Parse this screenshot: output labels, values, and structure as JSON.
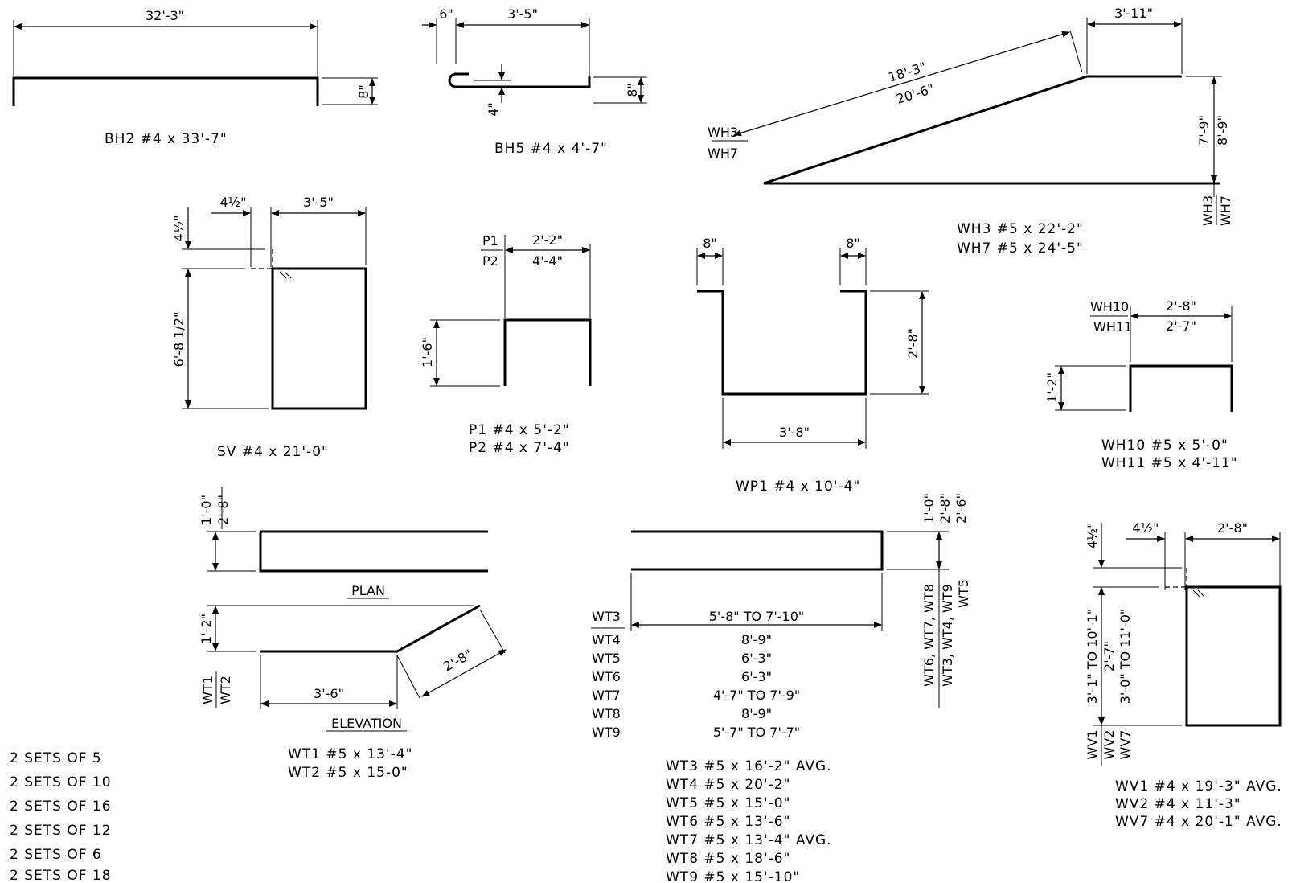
{
  "bh2": {
    "dim_len": "32'-3\"",
    "dim_h": "8\"",
    "label": "BH2 #4 x 33'-7\""
  },
  "bh5": {
    "dim_hook": "6\"",
    "dim_len": "3'-5\"",
    "dim_h": "8\"",
    "dim_hook_h": "4\"",
    "label": "BH5 #4 x 4'-7\""
  },
  "wh": {
    "dim_top": "3'-11\"",
    "dim_diag1": "18'-3\"",
    "dim_diag2": "20'-6\"",
    "dim_h1": "7'-9\"",
    "dim_h2": "8'-9\"",
    "tag1": "WH3",
    "tag2": "WH7",
    "label1": "WH3 #5 x 22'-2\"",
    "label2": "WH7 #5 x 24'-5\""
  },
  "sv": {
    "dim_hook": "4½\"",
    "dim_hook_h": "4½\"",
    "dim_w": "3'-5\"",
    "dim_h": "6'-8 1/2\"",
    "label": "SV #4 x 21'-0\""
  },
  "p": {
    "tag1": "P1",
    "tag2": "P2",
    "dim_w1": "2'-2\"",
    "dim_w2": "4'-4\"",
    "dim_h": "1'-6\"",
    "label1": "P1 #4 x 5'-2\"",
    "label2": "P2 #4 x 7'-4\""
  },
  "wp1": {
    "dim_l": "8\"",
    "dim_r": "8\"",
    "dim_h": "2'-8\"",
    "dim_w": "3'-8\"",
    "label": "WP1 #4 x 10'-4\""
  },
  "wh10": {
    "tag1": "WH10",
    "tag2": "WH11",
    "dim_w1": "2'-8\"",
    "dim_w2": "2'-7\"",
    "dim_h": "1'-2\"",
    "label1": "WH10 #5 x 5'-0\"",
    "label2": "WH11 #5 x 4'-11\""
  },
  "wt12": {
    "dim_plan_h1": "1'-0\"",
    "dim_plan_h2": "2'-8\"",
    "plan": "PLAN",
    "dim_elev_h": "1'-2\"",
    "dim_diag": "2'-8\"",
    "dim_flat": "3'-6\"",
    "elevation": "ELEVATION",
    "tag1": "WT1",
    "tag2": "WT2",
    "label1": "WT1 #5 x 13'-4\"",
    "label2": "WT2 #5 x 15-0\""
  },
  "wt": {
    "dim_r1": "1'-0\"",
    "dim_r2": "2'-8\"",
    "dim_r3": "2'-6\"",
    "tag_r1": "WT6, WT7, WT8",
    "tag_r2": "WT3, WT4, WT9",
    "tag_r3": "WT5",
    "rows": [
      {
        "tag": "WT3",
        "len": "5'-8\" TO 7'-10\""
      },
      {
        "tag": "WT4",
        "len": "8'-9\""
      },
      {
        "tag": "WT5",
        "len": "6'-3\""
      },
      {
        "tag": "WT6",
        "len": "6'-3\""
      },
      {
        "tag": "WT7",
        "len": "4'-7\" TO 7'-9\""
      },
      {
        "tag": "WT8",
        "len": "8'-9\""
      },
      {
        "tag": "WT9",
        "len": "5'-7\" TO 7'-7\""
      }
    ],
    "labels": [
      "WT3 #5 x 16'-2\" AVG.",
      "WT4 #5 x 20'-2\"",
      "WT5 #5 x 15'-0\"",
      "WT6 #5 x 13'-6\"",
      "WT7 #5 x 13'-4\" AVG.",
      "WT8 #5 x 18'-6\"",
      "WT9 #5 x 15'-10\""
    ]
  },
  "wv": {
    "dim_hook": "4½\"",
    "dim_hook_h": "4½\"",
    "dim_w": "2'-8\"",
    "dim_h1": "3'-1\" TO 10'-1\"",
    "dim_h2": "2'-7\"",
    "dim_h3": "3'-0\" TO 11'-0\"",
    "tag1": "WV1",
    "tag2": "WV2",
    "tag3": "WV7",
    "labels": [
      "WV1 #4 x 19'-3\" AVG.",
      "WV2 #4 x 11'-3\"",
      "WV7 #4 x 20'-1\" AVG."
    ]
  },
  "sets": [
    "2 SETS OF 5",
    "2 SETS OF 10",
    "2 SETS OF 16",
    "2 SETS OF 12",
    "2 SETS OF 6",
    "2 SETS OF 18"
  ]
}
